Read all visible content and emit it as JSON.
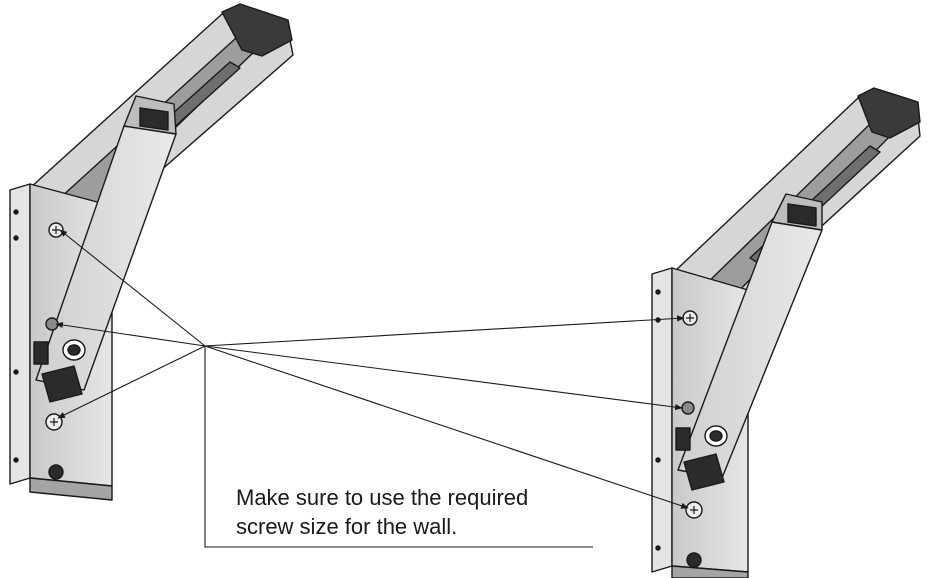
{
  "caption": {
    "line1": "Make sure to use the required",
    "line2": "screw size for the wall."
  },
  "brackets": [
    {
      "name": "left-bracket",
      "screws": 3
    },
    {
      "name": "right-bracket",
      "screws": 3
    }
  ],
  "colors": {
    "metal_light": "#dcdcdc",
    "metal_mid": "#bdbdbd",
    "metal_dark": "#8c8c8c",
    "knob": "#2b2b2b",
    "line": "#1a1a1a"
  }
}
